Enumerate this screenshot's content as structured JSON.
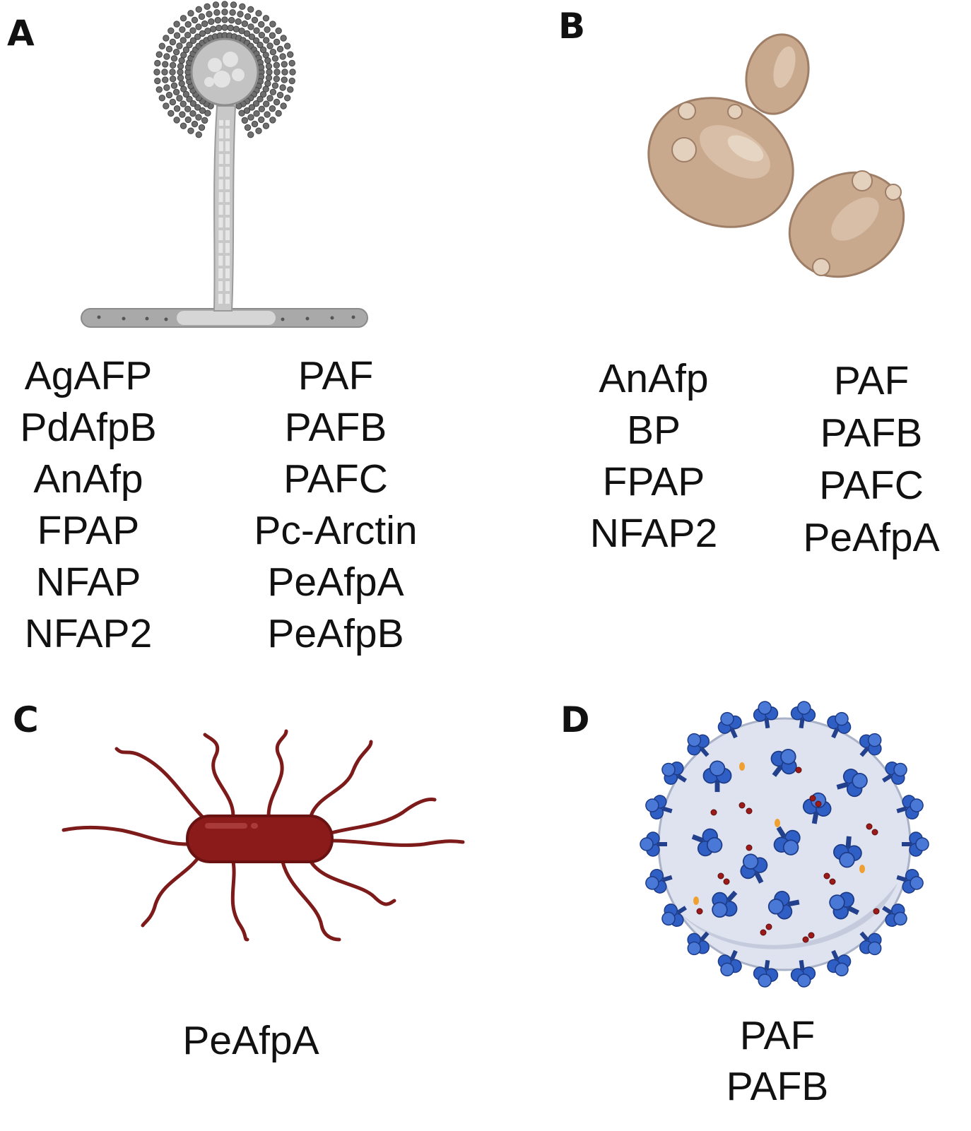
{
  "panels": {
    "A": {
      "letter": "A",
      "organism_icon": "filamentous-fungus-conidiophore-icon",
      "list_left": [
        "AgAFP",
        "PdAfpB",
        "AnAfp",
        "FPAP",
        "NFAP",
        "NFAP2"
      ],
      "list_right": [
        "PAF",
        "PAFB",
        "PAFC",
        "Pc-Arctin",
        "PeAfpA",
        "PeAfpB"
      ]
    },
    "B": {
      "letter": "B",
      "organism_icon": "yeast-cells-icon",
      "list_left": [
        "AnAfp",
        "BP",
        "FPAP",
        "NFAP2"
      ],
      "list_right": [
        "PAF",
        "PAFB",
        "PAFC",
        "PeAfpA"
      ]
    },
    "C": {
      "letter": "C",
      "organism_icon": "flagellated-bacterium-icon",
      "list": [
        "PeAfpA"
      ]
    },
    "D": {
      "letter": "D",
      "organism_icon": "enveloped-virus-icon",
      "list": [
        "PAF",
        "PAFB"
      ]
    }
  },
  "colors": {
    "fungus_gray": "#b9b9b9",
    "yeast_tan": "#c9a98e",
    "bacterium_red": "#8b1a1a",
    "virus_blue": "#2f5fc4",
    "virus_body": "#dfe3ef"
  }
}
